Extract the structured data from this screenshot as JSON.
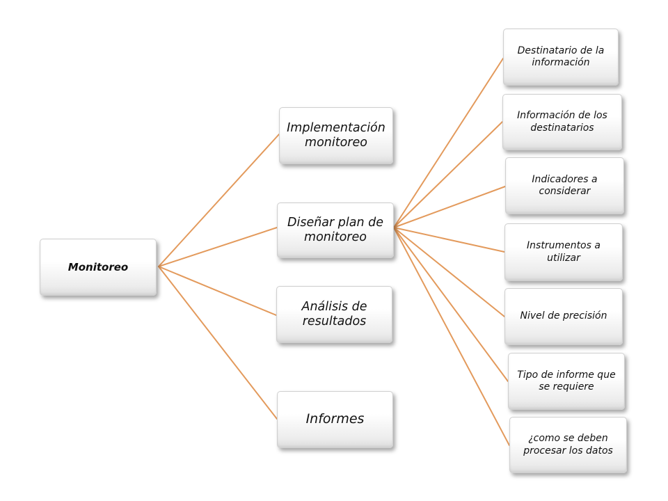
{
  "colors": {
    "connector": "#E39A5C",
    "node_text": "#111111"
  },
  "root": {
    "label": "Monitoreo"
  },
  "branches": [
    {
      "label": "Implementación monitoreo"
    },
    {
      "label": "Diseñar plan de monitoreo"
    },
    {
      "label": "Análisis de resultados"
    },
    {
      "label": "Informes"
    }
  ],
  "plan_children": [
    {
      "label": "Destinatario de la información"
    },
    {
      "label": "Información de los destinatarios"
    },
    {
      "label": "Indicadores a considerar"
    },
    {
      "label": "Instrumentos a utilizar"
    },
    {
      "label": "Nivel de precisión"
    },
    {
      "label": "Tipo de informe que se requiere"
    },
    {
      "label": "¿como se deben procesar los datos"
    }
  ]
}
